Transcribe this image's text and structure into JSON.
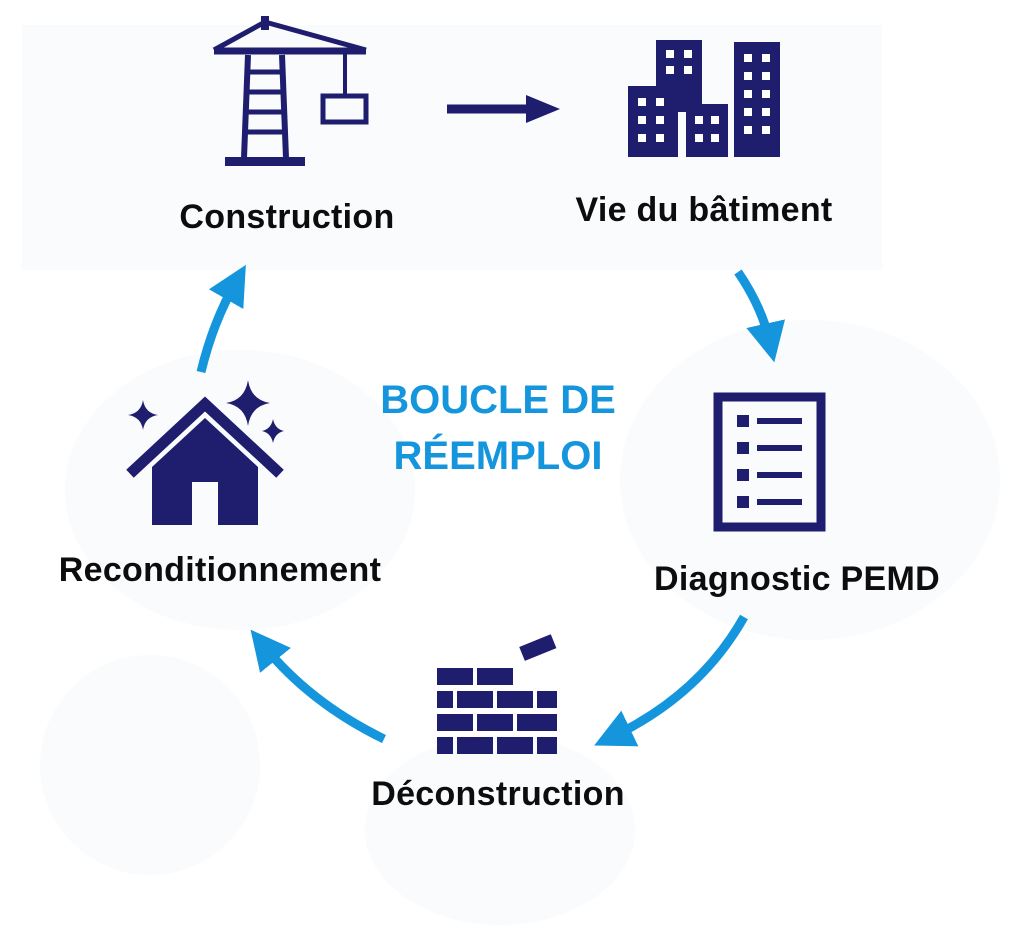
{
  "title": {
    "line1": "BOUCLE DE",
    "line2": "RÉEMPLOI"
  },
  "stages": {
    "construction": {
      "label": "Construction",
      "icon": "crane-icon"
    },
    "vie": {
      "label": "Vie du bâtiment",
      "icon": "buildings-icon"
    },
    "diagnostic": {
      "label": "Diagnostic PEMD",
      "icon": "checklist-icon"
    },
    "deconstruction": {
      "label": "Déconstruction",
      "icon": "brick-wall-icon"
    },
    "reconditionnement": {
      "label": "Reconditionnement",
      "icon": "sparkling-house-icon"
    }
  },
  "colors": {
    "icon": "#1f1d6e",
    "arrow": "#1596dc",
    "title": "#1596dc",
    "text": "#0d0d0d"
  }
}
